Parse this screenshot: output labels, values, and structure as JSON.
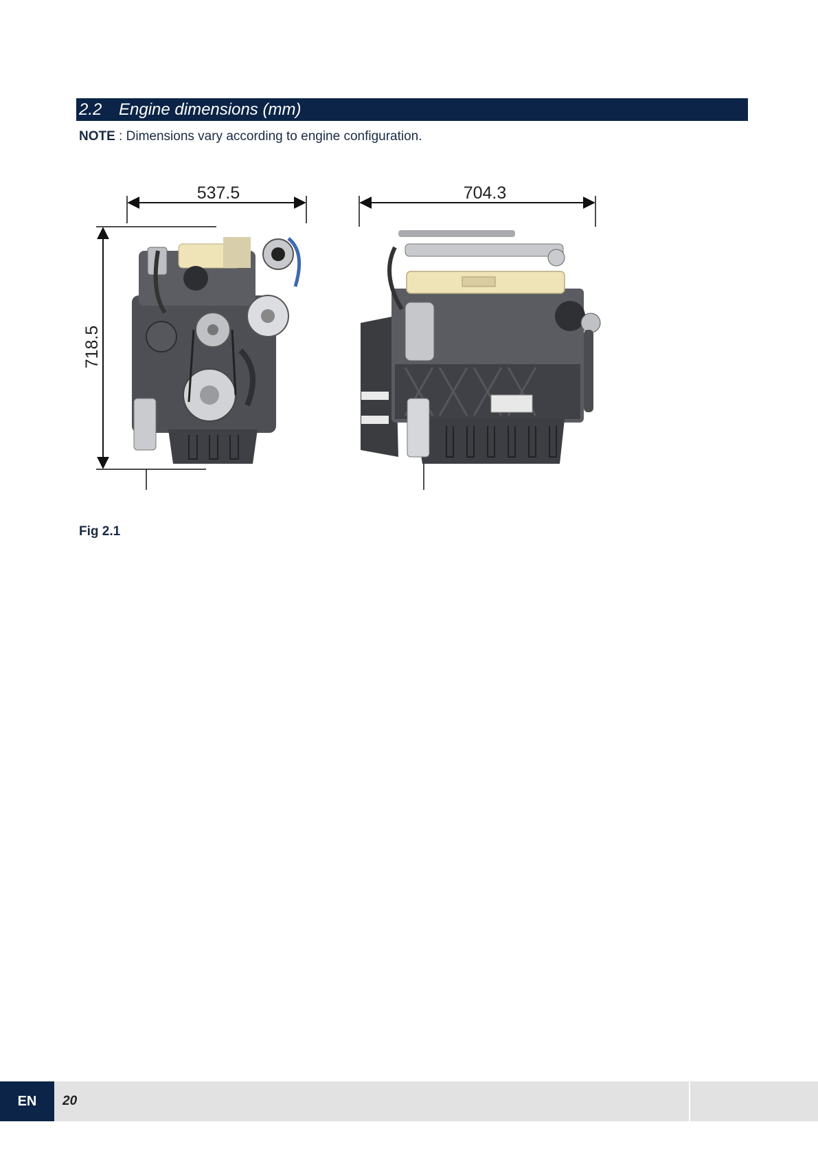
{
  "section": {
    "number": "2.2",
    "title": "Engine dimensions (mm)"
  },
  "note": {
    "label": "NOTE",
    "separator": " : ",
    "text": "Dimensions vary according to engine configuration."
  },
  "figure": {
    "dimensions": {
      "front_width": "537.5",
      "height": "718.5",
      "side_length": "704.3"
    },
    "caption": "Fig 2.1"
  },
  "footer": {
    "language": "EN",
    "page_number": "20"
  },
  "colors": {
    "brand_navy": "#0b2447",
    "footer_gray": "#e2e2e2",
    "engine_cover": "#efe3b8"
  }
}
